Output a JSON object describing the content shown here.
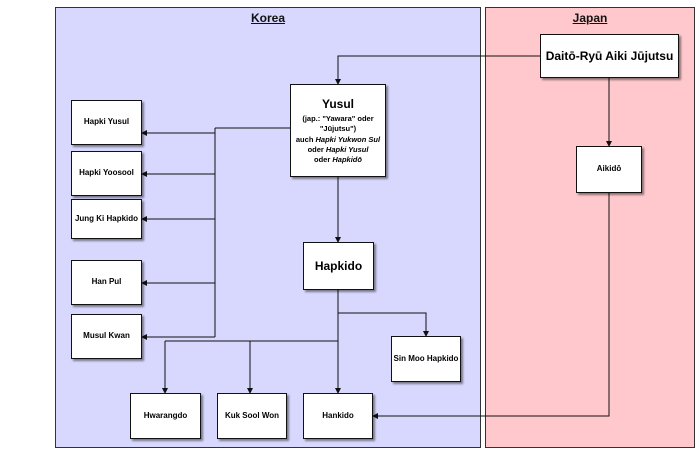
{
  "regions": {
    "korea": {
      "title": "Korea"
    },
    "japan": {
      "title": "Japan"
    }
  },
  "nodes": {
    "daito_ryu": "Daitō-Ryū Aiki Jūjutsu",
    "aikido": "Aikidō",
    "yusul": {
      "title": "Yusul",
      "line1": "(jap.: \"Yawara\" oder",
      "line2": "\"Jūjutsu\")",
      "line3_prefix": "auch ",
      "line3_italic": "Hapki Yukwon Sul",
      "line4_prefix": "oder ",
      "line4_italic": "Hapki Yusul",
      "line5_prefix": "oder ",
      "line5_italic": "Hapkidō"
    },
    "hapki_yusul": "Hapki Yusul",
    "hapki_yoosool": "Hapki Yoosool",
    "jung_ki_hapkido": "Jung Ki Hapkido",
    "han_pul": "Han Pul",
    "musul_kwan": "Musul Kwan",
    "hapkido": "Hapkido",
    "sin_moo_hapkido": "Sin Moo Hapkido",
    "hwarangdo": "Hwarangdo",
    "kuk_sool_won": "Kuk Sool Won",
    "hankido": "Hankido"
  }
}
